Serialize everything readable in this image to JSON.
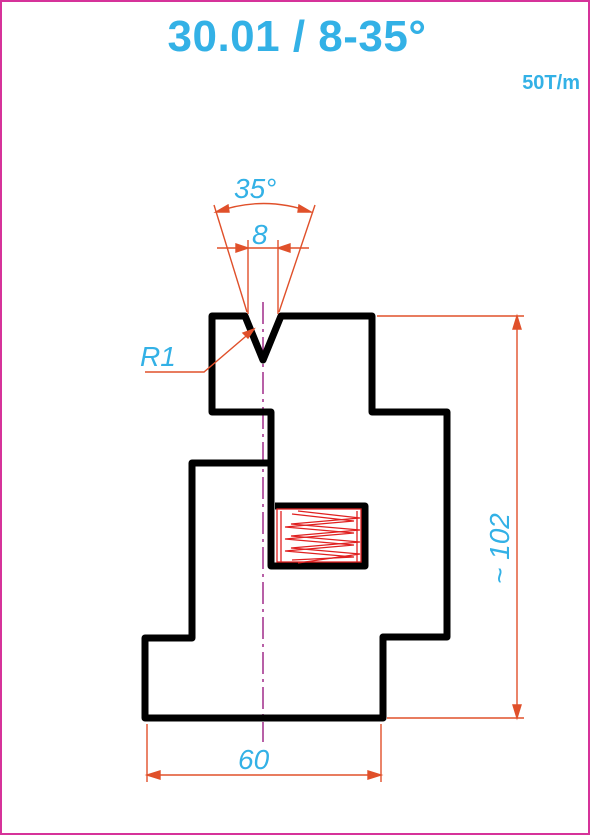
{
  "header": {
    "title": "30.01 / 8-35°",
    "capacity": "50T/m"
  },
  "dimensions": {
    "angle": "35°",
    "v_opening": "8",
    "radius": "R1",
    "height": "~ 102",
    "width": "60"
  },
  "colors": {
    "frame": "#d6339a",
    "text": "#33b1e6",
    "outline": "#000000",
    "dimension_lines": "#e0502a",
    "spring": "#e02020",
    "center_line": "#a02b8a"
  }
}
